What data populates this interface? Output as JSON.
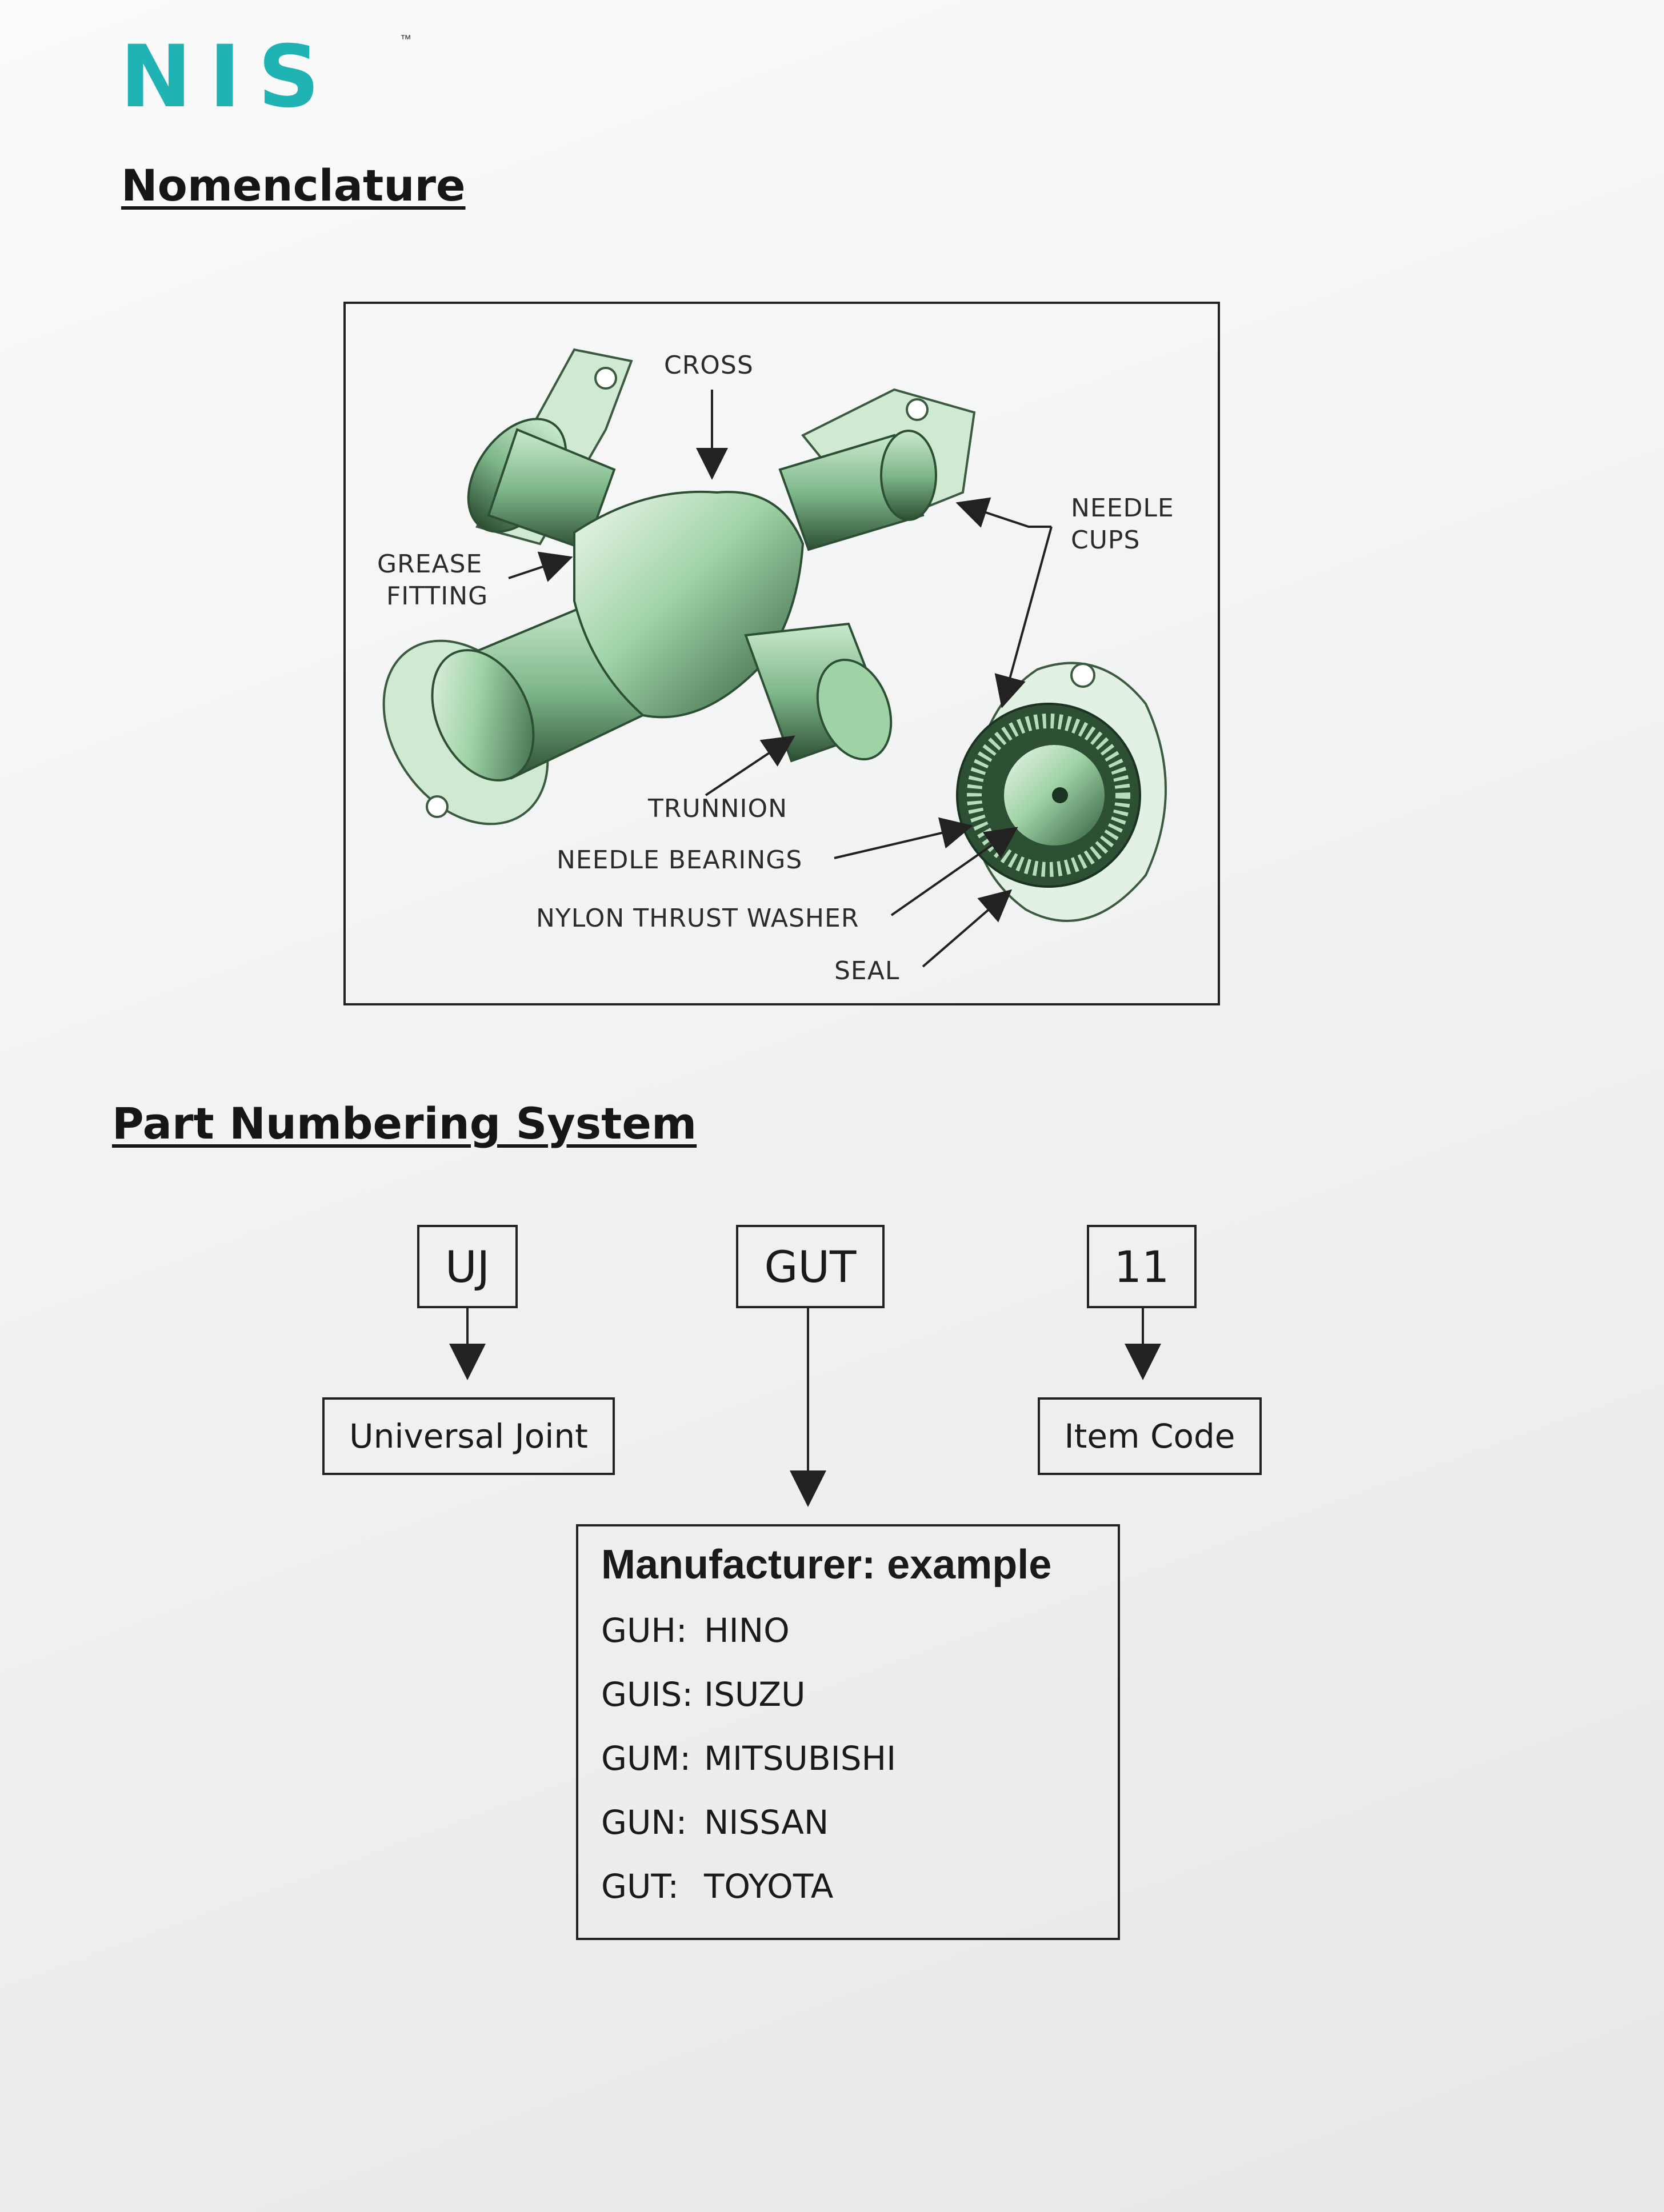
{
  "logo": {
    "text": "NIS",
    "tm": "™",
    "color": "#1fb3b3"
  },
  "headings": {
    "nomenclature": "Nomenclature",
    "part_numbering": "Part Numbering System"
  },
  "figure": {
    "callouts": {
      "cross": "CROSS",
      "needle_cups": [
        "NEEDLE",
        "CUPS"
      ],
      "grease_fitting": [
        "GREASE",
        "FITTING"
      ],
      "trunnion": "TRUNNION",
      "needle_bearings": "NEEDLE BEARINGS",
      "nylon_thrust_washer": "NYLON THRUST WASHER",
      "seal": "SEAL"
    }
  },
  "part_numbering": {
    "codes": [
      "UJ",
      "GUT",
      "11"
    ],
    "universal_joint": "Universal Joint",
    "item_code": "Item Code",
    "manufacturer": {
      "title": "Manufacturer: example",
      "rows": [
        {
          "code": "GUH:",
          "name": "HINO"
        },
        {
          "code": "GUIS:",
          "name": "ISUZU"
        },
        {
          "code": "GUM:",
          "name": "MITSUBISHI"
        },
        {
          "code": "GUN:",
          "name": "NISSAN"
        },
        {
          "code": "GUT:",
          "name": "TOYOTA"
        }
      ]
    }
  }
}
